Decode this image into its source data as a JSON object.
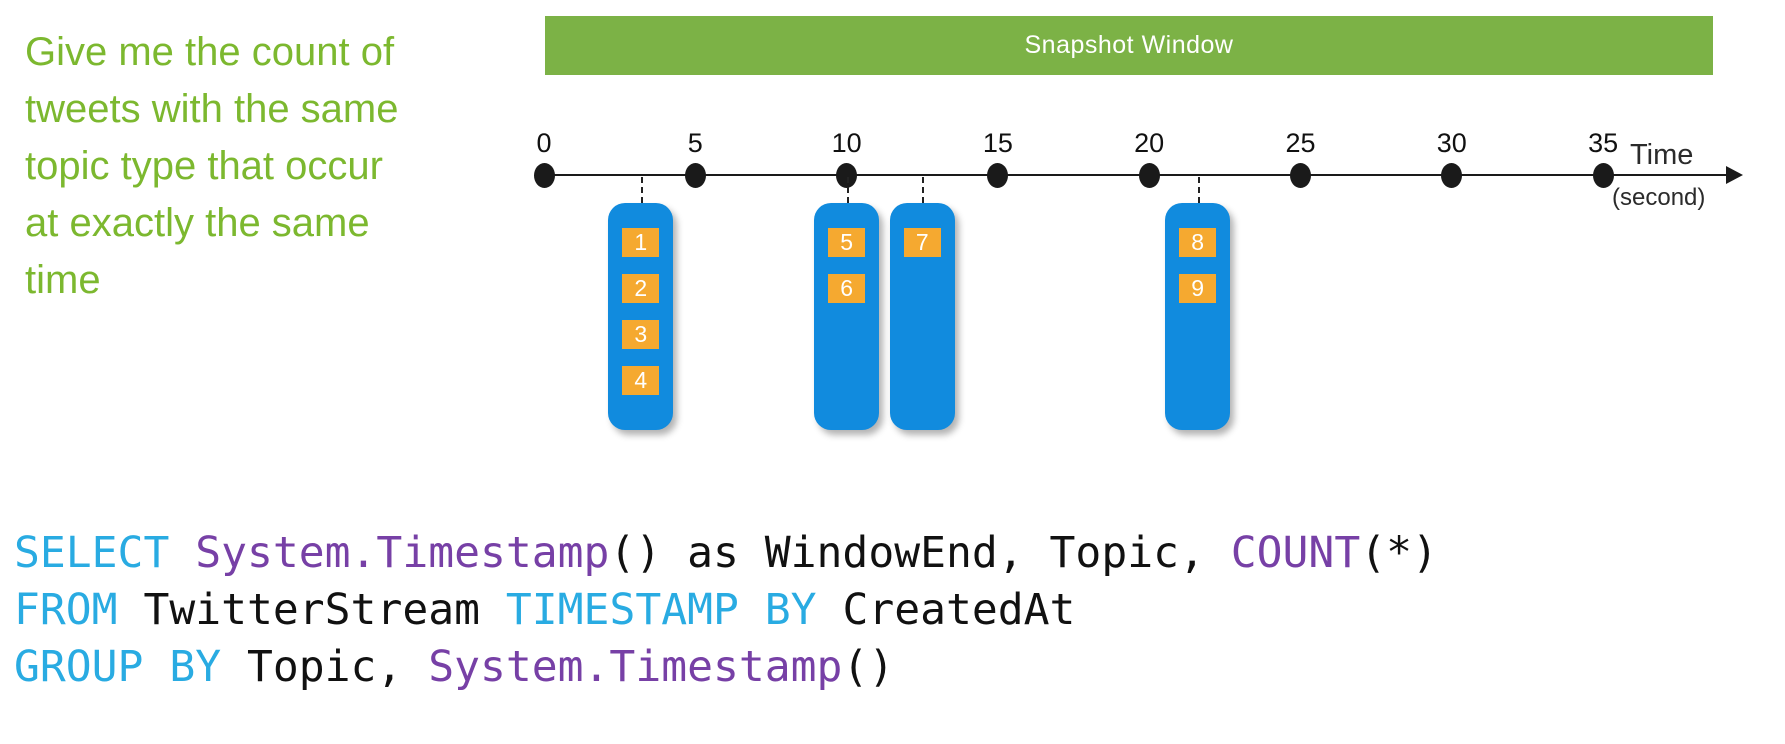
{
  "question": {
    "text": "Give me the count of\ntweets with the same\ntopic type that occur\nat exactly the same\ntime"
  },
  "banner": {
    "label": "Snapshot Window"
  },
  "timeline": {
    "tick_labels": [
      "0",
      "5",
      "10",
      "15",
      "20",
      "25",
      "30",
      "35"
    ],
    "tick_interval_seconds": 5,
    "axis_title": "Time",
    "axis_title_unit": "(second)"
  },
  "events": {
    "groups": [
      {
        "time_seconds": 3.2,
        "tweet_ids": [
          "1",
          "2",
          "3",
          "4"
        ]
      },
      {
        "time_seconds": 10,
        "tweet_ids": [
          "5",
          "6"
        ]
      },
      {
        "time_seconds": 12.5,
        "tweet_ids": [
          "7"
        ]
      },
      {
        "time_seconds": 21.6,
        "tweet_ids": [
          "8",
          "9"
        ]
      }
    ]
  },
  "code": {
    "lines": [
      [
        {
          "t": "SELECT ",
          "c": "kw"
        },
        {
          "t": "System.Timestamp",
          "c": "fn"
        },
        {
          "t": "() as WindowEnd, Topic, ",
          "c": "pl"
        },
        {
          "t": "COUNT",
          "c": "fn"
        },
        {
          "t": "(*)",
          "c": "pl"
        }
      ],
      [
        {
          "t": "FROM ",
          "c": "kw"
        },
        {
          "t": "TwitterStream ",
          "c": "pl"
        },
        {
          "t": "TIMESTAMP BY ",
          "c": "kw"
        },
        {
          "t": "CreatedAt",
          "c": "pl"
        }
      ],
      [
        {
          "t": "GROUP BY ",
          "c": "kw"
        },
        {
          "t": "Topic, ",
          "c": "pl"
        },
        {
          "t": "System.Timestamp",
          "c": "fn"
        },
        {
          "t": "()",
          "c": "pl"
        }
      ]
    ]
  },
  "colors": {
    "question_green": "#7CB82F",
    "banner_green": "#7CB246",
    "event_blue": "#118BDE",
    "tweet_orange": "#F5A930",
    "code_keyword_cyan": "#29ABE2",
    "code_function_purple": "#7740A6",
    "code_plain": "#111111",
    "axis_black": "#1A1A1A"
  }
}
